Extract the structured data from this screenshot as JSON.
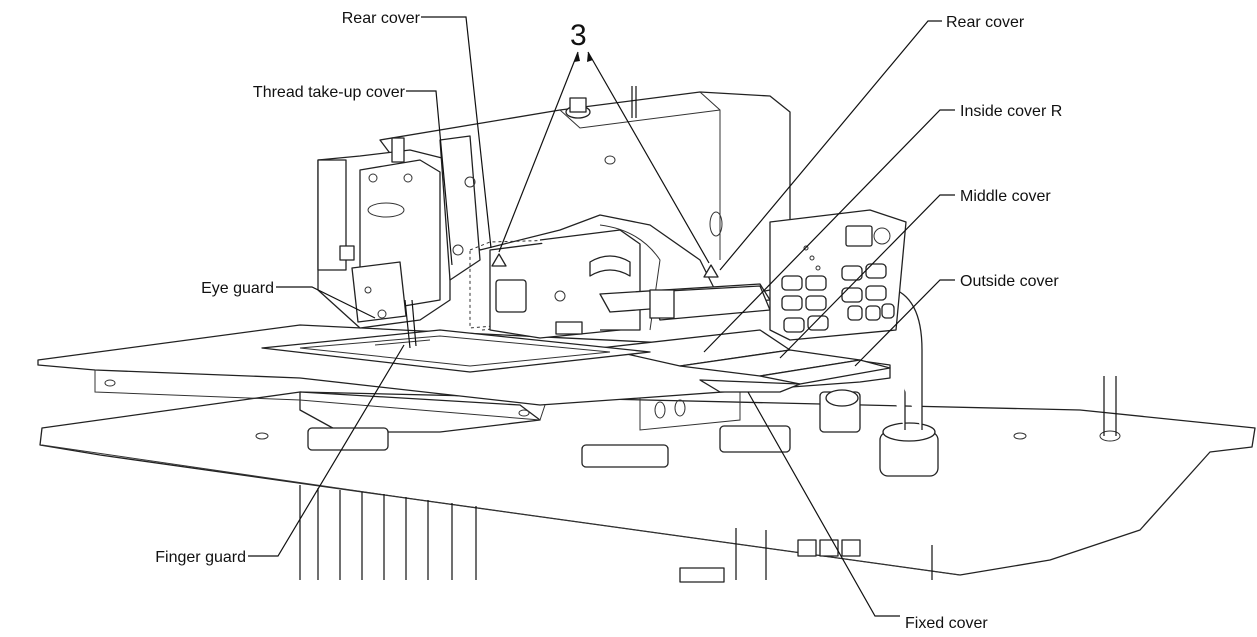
{
  "diagram": {
    "callout_number": "3",
    "labels": {
      "rear_cover_left": "Rear  cover",
      "thread_takeup_cover": "Thread take-up cover",
      "eye_guard": "Eye guard",
      "finger_guard": "Finger guard",
      "rear_cover_right": "Rear cover",
      "inside_cover_r": "Inside cover R",
      "middle_cover": "Middle cover",
      "outside_cover": "Outside cover",
      "fixed_cover": "Fixed cover"
    }
  }
}
